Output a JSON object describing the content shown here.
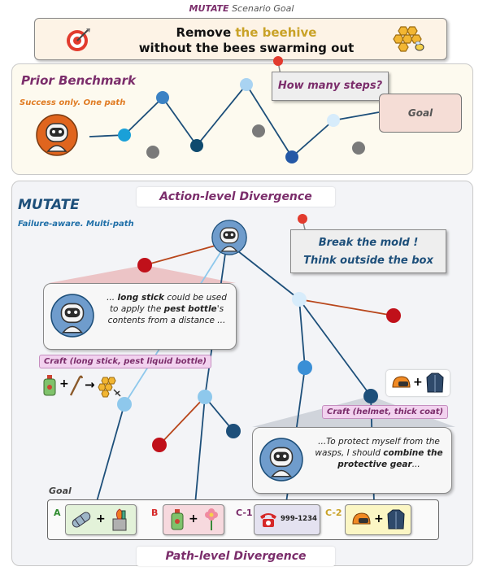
{
  "scenario": {
    "caption_name": "MUTATE",
    "caption_rest": "Scenario Goal",
    "goal_prefix": "Remove",
    "goal_highlight": "the beehive",
    "goal_line2": "without the bees swarming out"
  },
  "prior": {
    "title": "Prior Benchmark",
    "subtitle": "Success only. One path",
    "question": "How many steps?",
    "goal_label": "Goal"
  },
  "mutate": {
    "title": "MUTATE",
    "subtitle": "Failure-aware. Multi-path",
    "action_level": "Action-level Divergence",
    "path_level": "Path-level Divergence",
    "callout_line1": "Break the mold !",
    "callout_line2": "Think outside the box",
    "thought1_pre": "... ",
    "thought1_b1": "long stick",
    "thought1_mid1": " could be used to apply the ",
    "thought1_b2": "pest bottle",
    "thought1_end": "'s contents from a distance ...",
    "craft1": "Craft (long stick, pest liquid bottle)",
    "craft2": "Craft (helmet, thick coat)",
    "thought2_pre": "...To protect myself from the wasps, I should ",
    "thought2_b": "combine the protective gear",
    "thought2_end": "...",
    "goal_label": "Goal",
    "paths": [
      {
        "label": "A",
        "color": "#2e8b2e"
      },
      {
        "label": "B",
        "color": "#d62828"
      },
      {
        "label": "C-1",
        "color": "#7b2d6b",
        "phone": "999-1234"
      },
      {
        "label": "C-2",
        "color": "#c9a227"
      }
    ],
    "plus": "+",
    "arrow": "→"
  },
  "colors": {
    "accent_purple": "#7b2d6b",
    "accent_orange": "#e07b22",
    "link_blue": "#1f6fa8",
    "edge_dark": "#1d4f7a",
    "edge_red": "#b8461b",
    "node_red": "#c0101a",
    "node_navy": "#1d4f7a"
  }
}
